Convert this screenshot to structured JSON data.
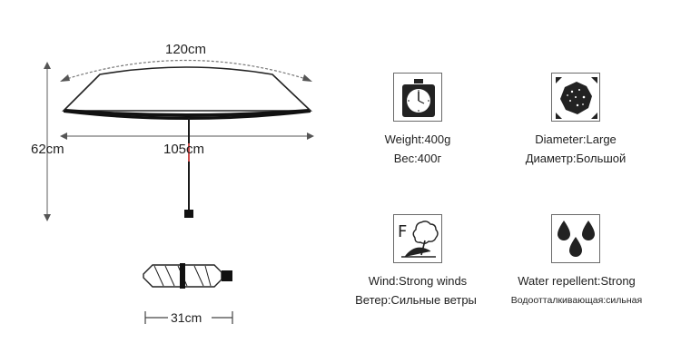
{
  "dimensions": {
    "open_width": "120cm",
    "height": "62cm",
    "canopy_span": "105cm",
    "folded_length": "31cm"
  },
  "specs": {
    "weight": {
      "label_en": "Weight:400g",
      "label_ru": "Вес:400г",
      "icon": "scale-icon"
    },
    "diameter": {
      "label_en": "Diameter:Large",
      "label_ru": "Диаметр:Большой",
      "icon": "expand-umbrella-icon"
    },
    "wind": {
      "label_en": "Wind:Strong winds",
      "label_ru": "Ветер:Сильные ветры",
      "icon": "wind-tree-icon"
    },
    "water": {
      "label_en": "Water repellent:Strong",
      "label_ru": "Водоотталкивающая:сильная",
      "icon": "water-drops-icon"
    }
  }
}
